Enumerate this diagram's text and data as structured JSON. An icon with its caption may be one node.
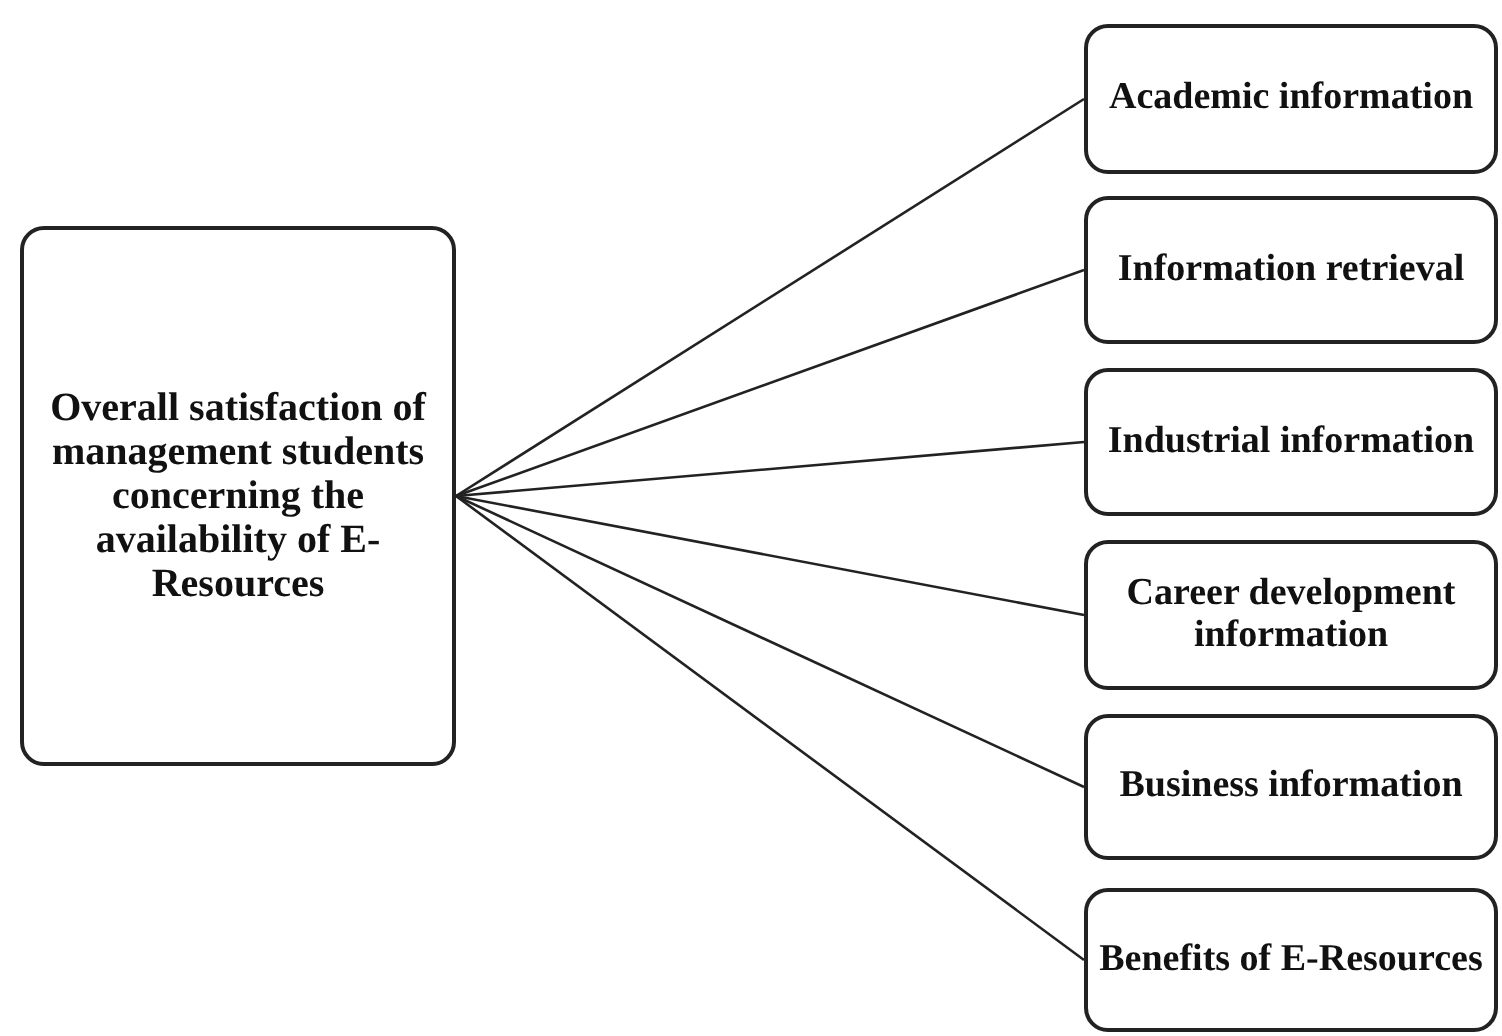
{
  "diagram": {
    "nodes": [
      {
        "text": [
          "Overall satisfaction of management students concerning the availability of E-Resources"
        ]
      },
      {
        "text": [
          "Academic information"
        ]
      },
      {
        "text": [
          "Information retrieval"
        ]
      },
      {
        "text": [
          "Industrial information"
        ]
      },
      {
        "text": [
          "Career development information"
        ]
      },
      {
        "text": [
          "Business information"
        ]
      },
      {
        "text": [
          "Benefits of E-Resources"
        ]
      }
    ],
    "edges": [
      {
        "from": 0,
        "to": 1,
        "arrow": "none"
      },
      {
        "from": 0,
        "to": 2,
        "arrow": "none"
      },
      {
        "from": 0,
        "to": 3,
        "arrow": "none"
      },
      {
        "from": 0,
        "to": 4,
        "arrow": "none"
      },
      {
        "from": 0,
        "to": 5,
        "arrow": "none"
      },
      {
        "from": 0,
        "to": 6,
        "arrow": "none"
      }
    ]
  }
}
